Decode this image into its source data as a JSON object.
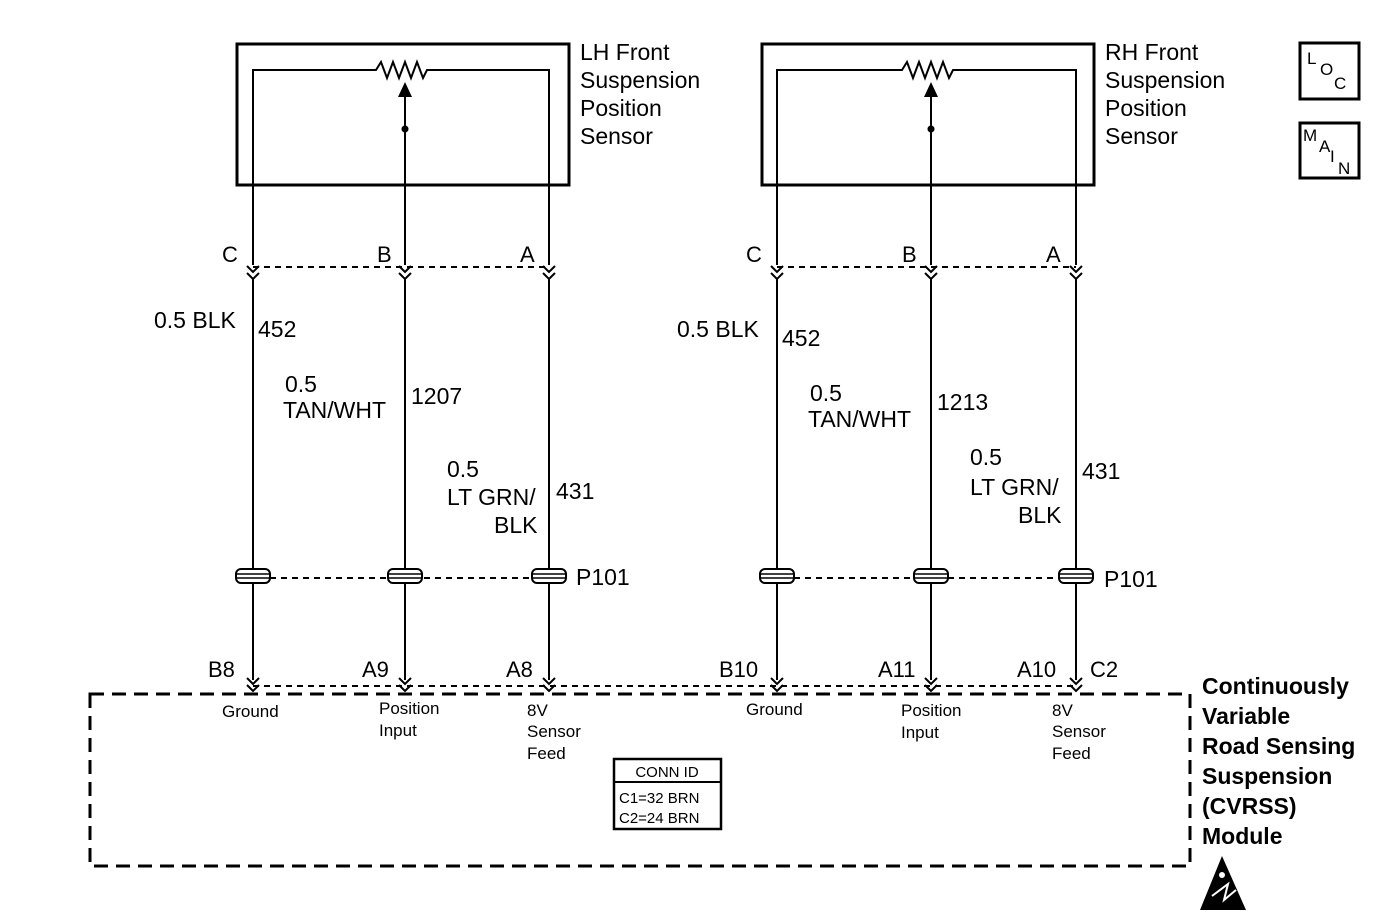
{
  "sensors": {
    "lh": {
      "title_lines": [
        "LH Front",
        "Suspension",
        "Position",
        "Sensor"
      ],
      "terminals": [
        "C",
        "B",
        "A"
      ],
      "wires": {
        "c": {
          "size": "0.5 BLK",
          "circuit": "452"
        },
        "b": {
          "size": "0.5",
          "color": "TAN/WHT",
          "circuit": "1207"
        },
        "a": {
          "size": "0.5",
          "color_1": "LT GRN/",
          "color_2": "BLK",
          "circuit": "431"
        }
      },
      "connector": "P101",
      "module_pins": [
        "B8",
        "A9",
        "A8"
      ]
    },
    "rh": {
      "title_lines": [
        "RH Front",
        "Suspension",
        "Position",
        "Sensor"
      ],
      "terminals": [
        "C",
        "B",
        "A"
      ],
      "wires": {
        "c": {
          "size": "0.5 BLK",
          "circuit": "452"
        },
        "b": {
          "size": "0.5",
          "color": "TAN/WHT",
          "circuit": "1213"
        },
        "a": {
          "size": "0.5",
          "color_1": "LT GRN/",
          "color_2": "BLK",
          "circuit": "431"
        }
      },
      "connector": "P101",
      "module_pins": [
        "B10",
        "A11",
        "A10",
        "C2"
      ]
    }
  },
  "module": {
    "pin_labels": {
      "ground": "Ground",
      "position": [
        "Position",
        "Input"
      ],
      "feed": [
        "8V",
        "Sensor",
        "Feed"
      ]
    },
    "name_lines": [
      "Continuously",
      "Variable",
      "Road Sensing",
      "Suspension",
      "(CVRSS)",
      "Module"
    ],
    "conn_id": {
      "header": "CONN ID",
      "rows": [
        "C1=32 BRN",
        "C2=24 BRN"
      ]
    }
  },
  "icons": {
    "loc": {
      "letters": [
        "L",
        "O",
        "C"
      ]
    },
    "main": {
      "letters": [
        "M",
        "A",
        "I",
        "N"
      ]
    },
    "esd": "esd-warning-icon"
  }
}
